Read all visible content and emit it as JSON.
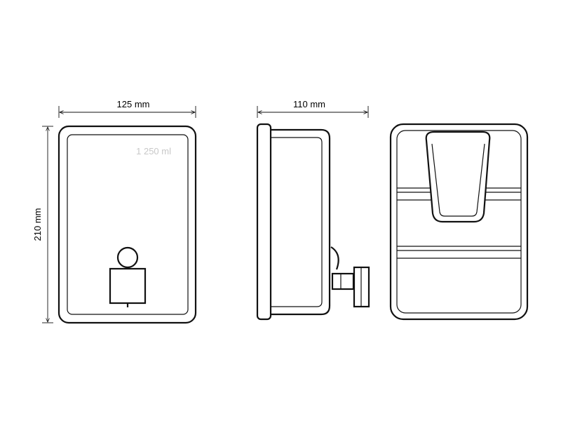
{
  "dimensions": {
    "width": "125 mm",
    "depth": "110 mm",
    "height": "210 mm"
  },
  "capacity_label": "1 250 ml",
  "colors": {
    "line": "#111111",
    "capacity_text": "#c8c8c8",
    "background": "#ffffff"
  }
}
